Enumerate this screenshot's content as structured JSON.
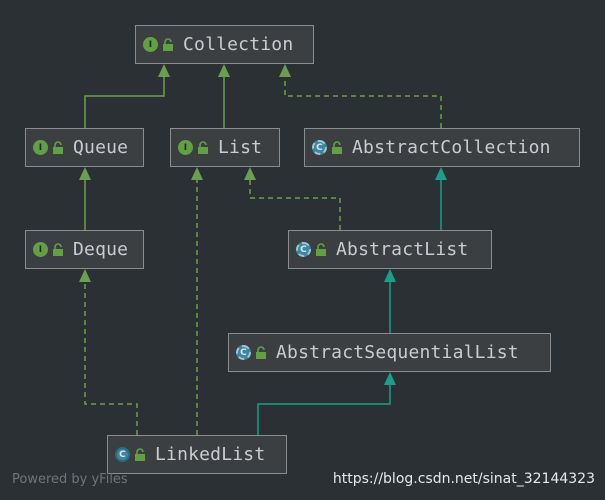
{
  "diagram": {
    "nodes": [
      {
        "id": "collection",
        "label": "Collection",
        "kind": "interface"
      },
      {
        "id": "queue",
        "label": "Queue",
        "kind": "interface"
      },
      {
        "id": "list",
        "label": "List",
        "kind": "interface"
      },
      {
        "id": "abstract_collection",
        "label": "AbstractCollection",
        "kind": "abstract"
      },
      {
        "id": "deque",
        "label": "Deque",
        "kind": "interface"
      },
      {
        "id": "abstract_list",
        "label": "AbstractList",
        "kind": "abstract"
      },
      {
        "id": "abstract_sequential_list",
        "label": "AbstractSequentialList",
        "kind": "abstract"
      },
      {
        "id": "linked_list",
        "label": "LinkedList",
        "kind": "class"
      }
    ],
    "edges": [
      {
        "from": "queue",
        "to": "collection",
        "type": "extends-interface"
      },
      {
        "from": "list",
        "to": "collection",
        "type": "extends-interface"
      },
      {
        "from": "abstract_collection",
        "to": "collection",
        "type": "implements"
      },
      {
        "from": "deque",
        "to": "queue",
        "type": "extends-interface"
      },
      {
        "from": "abstract_list",
        "to": "list",
        "type": "implements"
      },
      {
        "from": "abstract_list",
        "to": "abstract_collection",
        "type": "extends-class"
      },
      {
        "from": "abstract_sequential_list",
        "to": "abstract_list",
        "type": "extends-class"
      },
      {
        "from": "linked_list",
        "to": "abstract_sequential_list",
        "type": "extends-class"
      },
      {
        "from": "linked_list",
        "to": "deque",
        "type": "implements"
      },
      {
        "from": "linked_list",
        "to": "list",
        "type": "implements"
      }
    ],
    "badge_letters": {
      "interface": "I",
      "class": "C",
      "abstract": "C"
    },
    "colors": {
      "background": "#2b3035",
      "interface_edge": "#6a9e50",
      "implements_edge": "#6a9e50",
      "class_edge": "#1b9e8a"
    }
  },
  "footer": {
    "powered_by": "Powered by yFiles",
    "watermark": "https://blog.csdn.net/sinat_32144323"
  }
}
